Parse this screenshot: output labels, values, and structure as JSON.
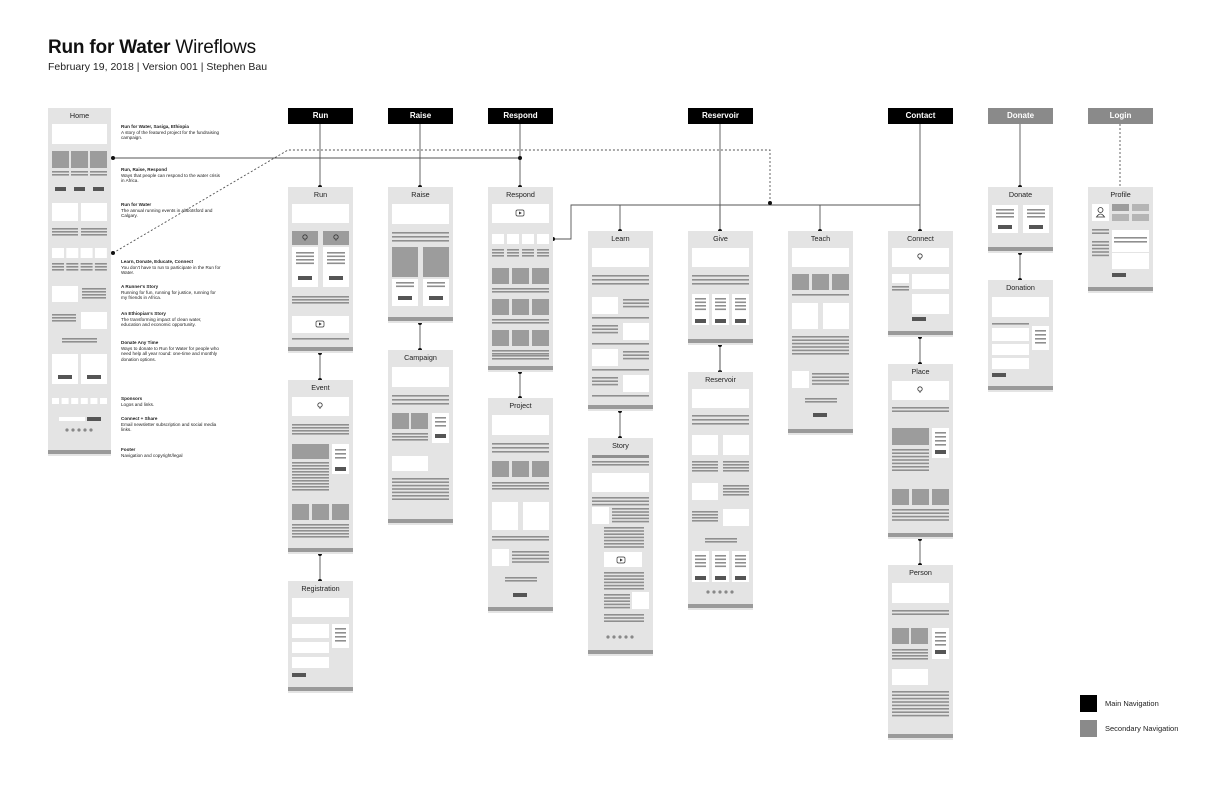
{
  "header": {
    "title_bold": "Run for Water",
    "title_rest": "Wireflows",
    "subtitle": "February 19, 2018  |  Version 001  |  Stephen Bau"
  },
  "navigation": {
    "main": [
      "Run",
      "Raise",
      "Respond",
      "Reservoir",
      "Contact"
    ],
    "secondary": [
      "Donate",
      "Login"
    ]
  },
  "pages": {
    "home": "Home",
    "run": "Run",
    "event": "Event",
    "registration": "Registration",
    "raise": "Raise",
    "campaign": "Campaign",
    "respond": "Respond",
    "project": "Project",
    "learn": "Learn",
    "story": "Story",
    "give": "Give",
    "reservoir": "Reservoir",
    "teach": "Teach",
    "connect": "Connect",
    "place": "Place",
    "person": "Person",
    "donate": "Donate",
    "donation": "Donation",
    "profile": "Profile"
  },
  "home_annotations": [
    {
      "title": "Run for Water, Sasiga, Ethiopia",
      "text": "A story of the featured project for the fundraising campaign."
    },
    {
      "title": "Run, Raise, Respond",
      "text": "Ways that people can respond to the water crisis in Africa."
    },
    {
      "title": "Run for Water",
      "text": "The annual running events in Abbotsford and Calgary."
    },
    {
      "title": "Learn, Donate, Educate, Connect",
      "text": "You don't have to run to participate in the Run for Water."
    },
    {
      "title": "A Runner's Story",
      "text": "Running for fun, running for justice, running for my friends in Africa."
    },
    {
      "title": "An Ethiopian's Story",
      "text": "The transforming impact of clean water, education and economic opportunity."
    },
    {
      "title": "Donate Any Time",
      "text": "Ways to donate to Run for Water for people who need help all year round: one-time and monthly donation options."
    },
    {
      "title": "Sponsors",
      "text": "Logos and links."
    },
    {
      "title": "Connect + Share",
      "text": "Email newsletter subscription and social media links."
    },
    {
      "title": "Footer",
      "text": "Navigation and copyright/legal"
    }
  ],
  "legend": {
    "main_label": "Main Navigation",
    "secondary_label": "Secondary Navigation",
    "main_color": "#000000",
    "secondary_color": "#8a8a8a"
  },
  "colors": {
    "page_frame": "#e4e4e4",
    "block_white": "#ffffff",
    "block_dark": "#9c9c9c",
    "text_line": "#8f8f8f",
    "button": "#555555"
  }
}
